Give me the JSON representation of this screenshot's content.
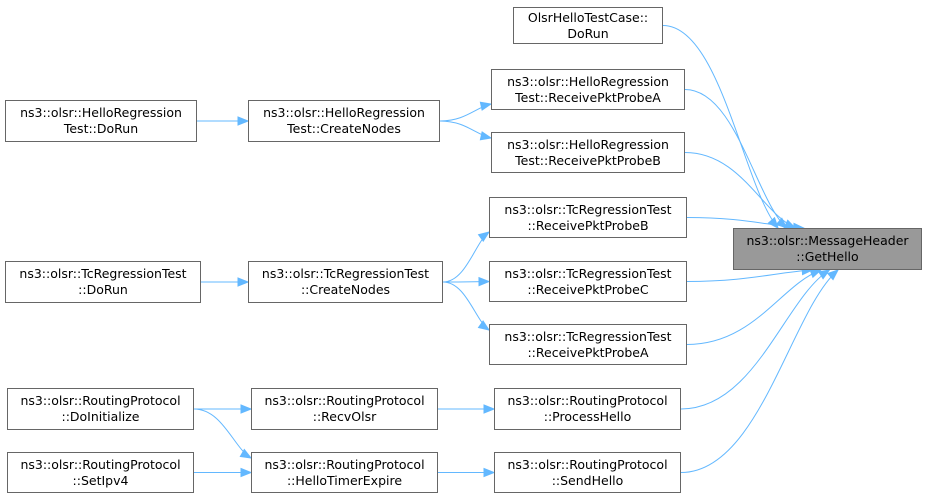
{
  "graph": {
    "colors": {
      "edge": "#63b8ff",
      "node_border": "#666666",
      "target_fill": "#999999"
    },
    "nodes": {
      "olsr_hello_testcase_dorun": {
        "line1": "OlsrHelloTestCase::",
        "line2": "DoRun"
      },
      "hello_receive_probe_a": {
        "line1": "ns3::olsr::HelloRegression",
        "line2": "Test::ReceivePktProbeA"
      },
      "hello_dorun": {
        "line1": "ns3::olsr::HelloRegression",
        "line2": "Test::DoRun"
      },
      "hello_create_nodes": {
        "line1": "ns3::olsr::HelloRegression",
        "line2": "Test::CreateNodes"
      },
      "hello_receive_probe_b": {
        "line1": "ns3::olsr::HelloRegression",
        "line2": "Test::ReceivePktProbeB"
      },
      "tc_receive_probe_b": {
        "line1": "ns3::olsr::TcRegressionTest",
        "line2": "::ReceivePktProbeB"
      },
      "message_header_gethello": {
        "line1": "ns3::olsr::MessageHeader",
        "line2": "::GetHello"
      },
      "tc_dorun": {
        "line1": "ns3::olsr::TcRegressionTest",
        "line2": "::DoRun"
      },
      "tc_create_nodes": {
        "line1": "ns3::olsr::TcRegressionTest",
        "line2": "::CreateNodes"
      },
      "tc_receive_probe_c": {
        "line1": "ns3::olsr::TcRegressionTest",
        "line2": "::ReceivePktProbeC"
      },
      "tc_receive_probe_a": {
        "line1": "ns3::olsr::TcRegressionTest",
        "line2": "::ReceivePktProbeA"
      },
      "rp_doinitialize": {
        "line1": "ns3::olsr::RoutingProtocol",
        "line2": "::DoInitialize"
      },
      "rp_recvolsr": {
        "line1": "ns3::olsr::RoutingProtocol",
        "line2": "::RecvOlsr"
      },
      "rp_processhello": {
        "line1": "ns3::olsr::RoutingProtocol",
        "line2": "::ProcessHello"
      },
      "rp_setipv4": {
        "line1": "ns3::olsr::RoutingProtocol",
        "line2": "::SetIpv4"
      },
      "rp_hellotimerexpire": {
        "line1": "ns3::olsr::RoutingProtocol",
        "line2": "::HelloTimerExpire"
      },
      "rp_sendhello": {
        "line1": "ns3::olsr::RoutingProtocol",
        "line2": "::SendHello"
      }
    },
    "edges": [
      {
        "from": "olsr_hello_testcase_dorun",
        "to": "message_header_gethello"
      },
      {
        "from": "hello_receive_probe_a",
        "to": "message_header_gethello"
      },
      {
        "from": "hello_receive_probe_b",
        "to": "message_header_gethello"
      },
      {
        "from": "tc_receive_probe_b",
        "to": "message_header_gethello"
      },
      {
        "from": "tc_receive_probe_c",
        "to": "message_header_gethello"
      },
      {
        "from": "tc_receive_probe_a",
        "to": "message_header_gethello"
      },
      {
        "from": "rp_processhello",
        "to": "message_header_gethello"
      },
      {
        "from": "rp_sendhello",
        "to": "message_header_gethello"
      },
      {
        "from": "hello_dorun",
        "to": "hello_create_nodes"
      },
      {
        "from": "hello_create_nodes",
        "to": "hello_receive_probe_a"
      },
      {
        "from": "hello_create_nodes",
        "to": "hello_receive_probe_b"
      },
      {
        "from": "tc_dorun",
        "to": "tc_create_nodes"
      },
      {
        "from": "tc_create_nodes",
        "to": "tc_receive_probe_b"
      },
      {
        "from": "tc_create_nodes",
        "to": "tc_receive_probe_c"
      },
      {
        "from": "tc_create_nodes",
        "to": "tc_receive_probe_a"
      },
      {
        "from": "rp_doinitialize",
        "to": "rp_recvolsr"
      },
      {
        "from": "rp_doinitialize",
        "to": "rp_hellotimerexpire"
      },
      {
        "from": "rp_recvolsr",
        "to": "rp_processhello"
      },
      {
        "from": "rp_setipv4",
        "to": "rp_hellotimerexpire"
      },
      {
        "from": "rp_hellotimerexpire",
        "to": "rp_sendhello"
      }
    ]
  }
}
